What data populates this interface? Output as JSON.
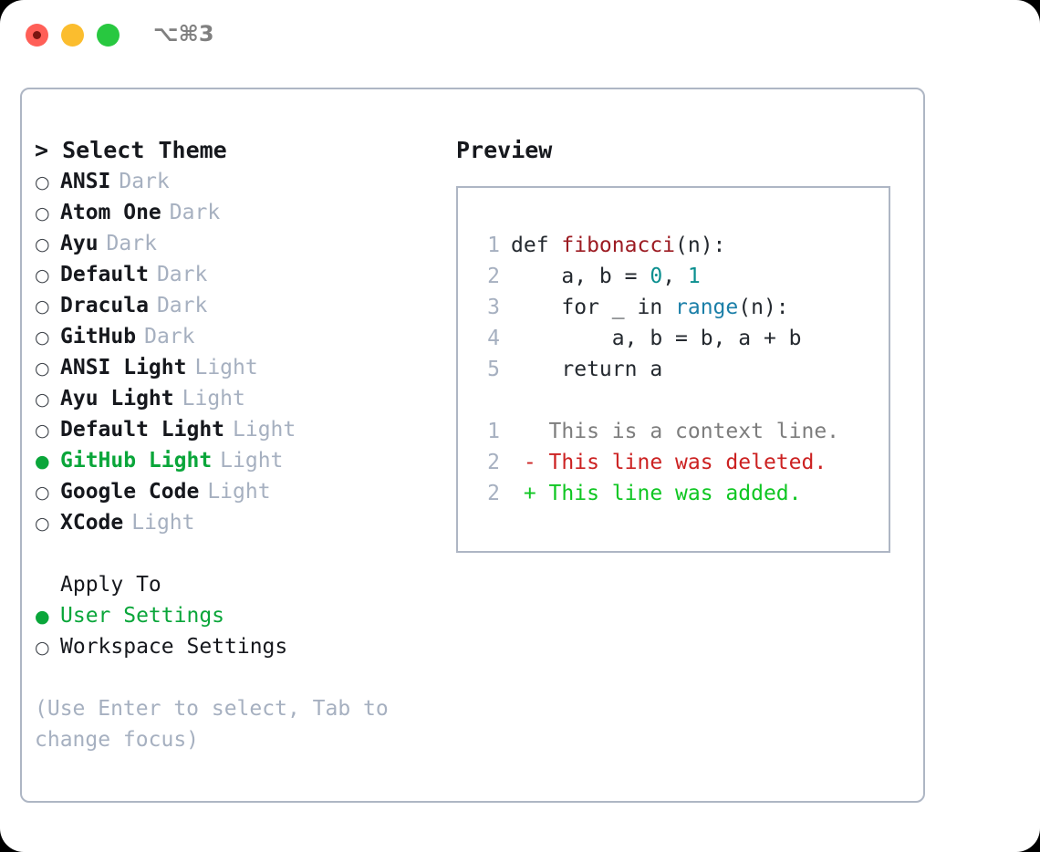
{
  "titlebar": {
    "shortcut": "⌥⌘3",
    "buttons": {
      "close": "close-button",
      "minimize": "minimize-button",
      "maximize": "maximize-button"
    }
  },
  "colors": {
    "accent_green": "#0aa63a",
    "diff_add": "#0fc622",
    "diff_del": "#cc2222",
    "muted": "#a6b0c0",
    "text": "#16181d",
    "border": "#aeb6c4",
    "traffic_red": "#FF5F57",
    "traffic_yellow": "#FBBD2E",
    "traffic_green": "#28C840"
  },
  "left": {
    "heading": "> Select Theme",
    "themes": [
      {
        "marker": "○",
        "label": "ANSI",
        "tag": "Dark",
        "selected": false
      },
      {
        "marker": "○",
        "label": "Atom One",
        "tag": "Dark",
        "selected": false
      },
      {
        "marker": "○",
        "label": "Ayu",
        "tag": "Dark",
        "selected": false
      },
      {
        "marker": "○",
        "label": "Default",
        "tag": "Dark",
        "selected": false
      },
      {
        "marker": "○",
        "label": "Dracula",
        "tag": "Dark",
        "selected": false
      },
      {
        "marker": "○",
        "label": "GitHub",
        "tag": "Dark",
        "selected": false
      },
      {
        "marker": "○",
        "label": "ANSI Light",
        "tag": "Light",
        "selected": false
      },
      {
        "marker": "○",
        "label": "Ayu Light",
        "tag": "Light",
        "selected": false
      },
      {
        "marker": "○",
        "label": "Default Light",
        "tag": "Light",
        "selected": false
      },
      {
        "marker": "●",
        "label": "GitHub Light",
        "tag": "Light",
        "selected": true
      },
      {
        "marker": "○",
        "label": "Google Code",
        "tag": "Light",
        "selected": false
      },
      {
        "marker": "○",
        "label": "XCode",
        "tag": "Light",
        "selected": false
      }
    ],
    "apply_to": {
      "heading": "Apply To",
      "options": [
        {
          "marker": "●",
          "label": "User Settings",
          "selected": true
        },
        {
          "marker": "○",
          "label": "Workspace Settings",
          "selected": false
        }
      ]
    },
    "hint": "(Use Enter to select, Tab to change focus)"
  },
  "right": {
    "heading": "Preview",
    "code": {
      "lines": [
        {
          "n": "1",
          "segments": [
            {
              "t": "def ",
              "cls": "tok-plain"
            },
            {
              "t": "fibonacci",
              "cls": "tok-fn"
            },
            {
              "t": "(n):",
              "cls": "tok-plain"
            }
          ]
        },
        {
          "n": "2",
          "segments": [
            {
              "t": "    a, b = ",
              "cls": "tok-plain"
            },
            {
              "t": "0",
              "cls": "tok-num"
            },
            {
              "t": ", ",
              "cls": "tok-plain"
            },
            {
              "t": "1",
              "cls": "tok-num"
            }
          ]
        },
        {
          "n": "3",
          "segments": [
            {
              "t": "    for _ in ",
              "cls": "tok-plain"
            },
            {
              "t": "range",
              "cls": "tok-call"
            },
            {
              "t": "(n):",
              "cls": "tok-plain"
            }
          ]
        },
        {
          "n": "4",
          "segments": [
            {
              "t": "        a, b = b, a + b",
              "cls": "tok-plain"
            }
          ]
        },
        {
          "n": "5",
          "segments": [
            {
              "t": "    return a",
              "cls": "tok-plain"
            }
          ]
        }
      ]
    },
    "diff": {
      "lines": [
        {
          "n": "1",
          "sign": " ",
          "text": "This is a context line.",
          "cls": "diff-ctx"
        },
        {
          "n": "2",
          "sign": "-",
          "text": "This line was deleted.",
          "cls": "diff-del"
        },
        {
          "n": "2",
          "sign": "+",
          "text": "This line was added.",
          "cls": "diff-add"
        }
      ]
    }
  }
}
